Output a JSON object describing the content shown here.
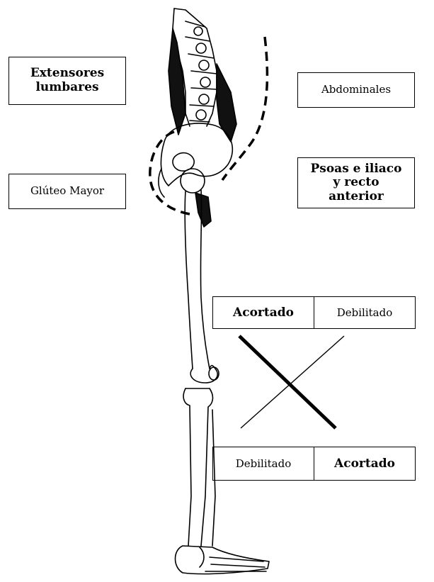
{
  "labels": {
    "extensores": "Extensores lumbares",
    "abdominales": "Abdominales",
    "gluteo": "Glúteo Mayor",
    "psoas": "Psoas e iliaco y recto anterior"
  },
  "legend": {
    "top": {
      "left": "Acortado",
      "right": "Debilitado"
    },
    "bottom": {
      "left": "Debilitado",
      "right": "Acortado"
    }
  }
}
